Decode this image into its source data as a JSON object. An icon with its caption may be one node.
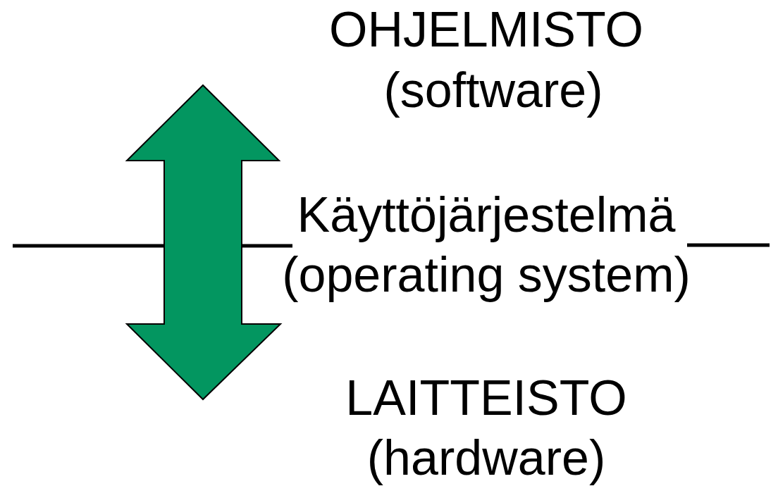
{
  "diagram": {
    "labels": [
      "OHJELMISTO",
      "(software)",
      "Käyttöjärjestelmä",
      "(operating system)",
      "LAITTEISTO",
      "(hardware)"
    ]
  }
}
